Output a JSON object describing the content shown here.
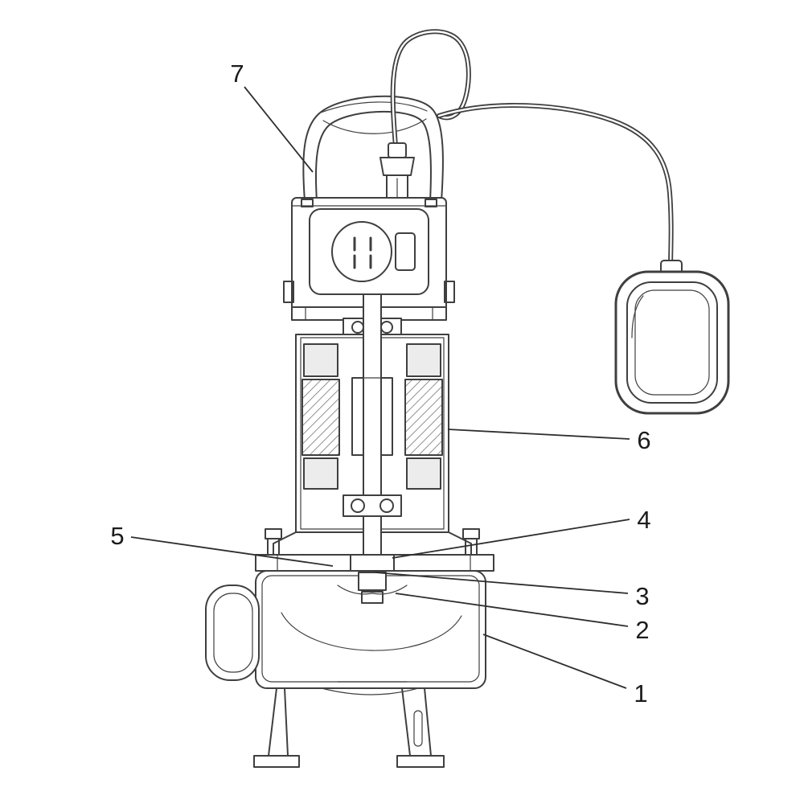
{
  "figure": {
    "callouts": [
      {
        "id": "callout-1",
        "label": "1"
      },
      {
        "id": "callout-2",
        "label": "2"
      },
      {
        "id": "callout-3",
        "label": "3"
      },
      {
        "id": "callout-4",
        "label": "4"
      },
      {
        "id": "callout-5",
        "label": "5"
      },
      {
        "id": "callout-6",
        "label": "6"
      },
      {
        "id": "callout-7",
        "label": "7"
      }
    ],
    "colors": {
      "background": "#ffffff",
      "line_art": "#3f3f3f",
      "label_text": "#1c1c1c",
      "hatch": "#909090",
      "light_fill": "#ececec"
    }
  }
}
